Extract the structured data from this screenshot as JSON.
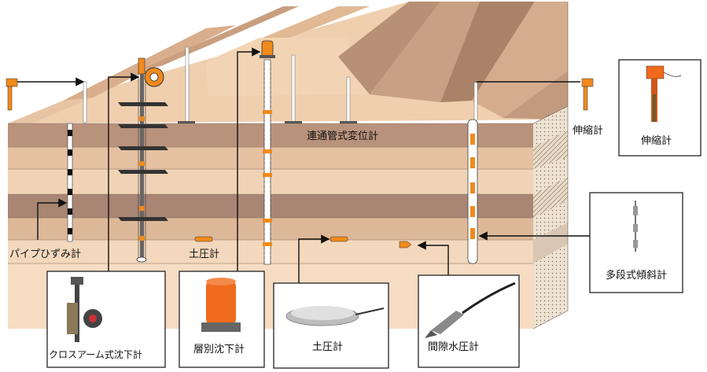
{
  "labels": {
    "pipe_strain_gauge": "パイプひずみ計",
    "earth_pressure_field": "土圧計",
    "connected_pipe_displacement": "連通管式変位計",
    "extensometer_field": "伸縮計"
  },
  "callouts": {
    "crossarm_settlement": "クロスアーム式沈下計",
    "layered_settlement": "層別沈下計",
    "earth_pressure": "土圧計",
    "pore_water_pressure": "間隙水圧計",
    "multistage_inclinometer": "多段式傾斜計",
    "extensometer": "伸縮計"
  },
  "colors": {
    "soil_light": "#f3d6b8",
    "soil_mid": "#e3bc98",
    "soil_dark": "#b08a73",
    "instrument_orange": "#f08a1c",
    "line": "#111111"
  }
}
